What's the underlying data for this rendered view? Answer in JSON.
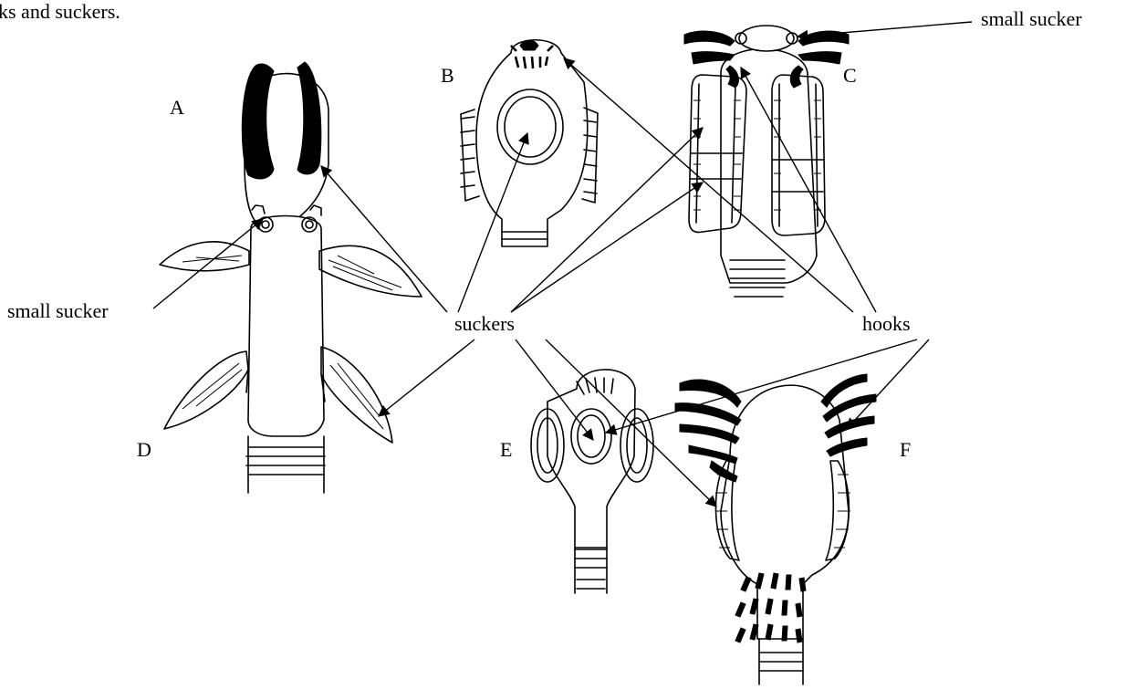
{
  "caption": "ks and suckers.",
  "scolex_labels": [
    "A",
    "B",
    "C",
    "D",
    "E",
    "F"
  ],
  "callouts": {
    "suckers": "suckers",
    "hooks": "hooks",
    "small_sucker": "small sucker"
  }
}
